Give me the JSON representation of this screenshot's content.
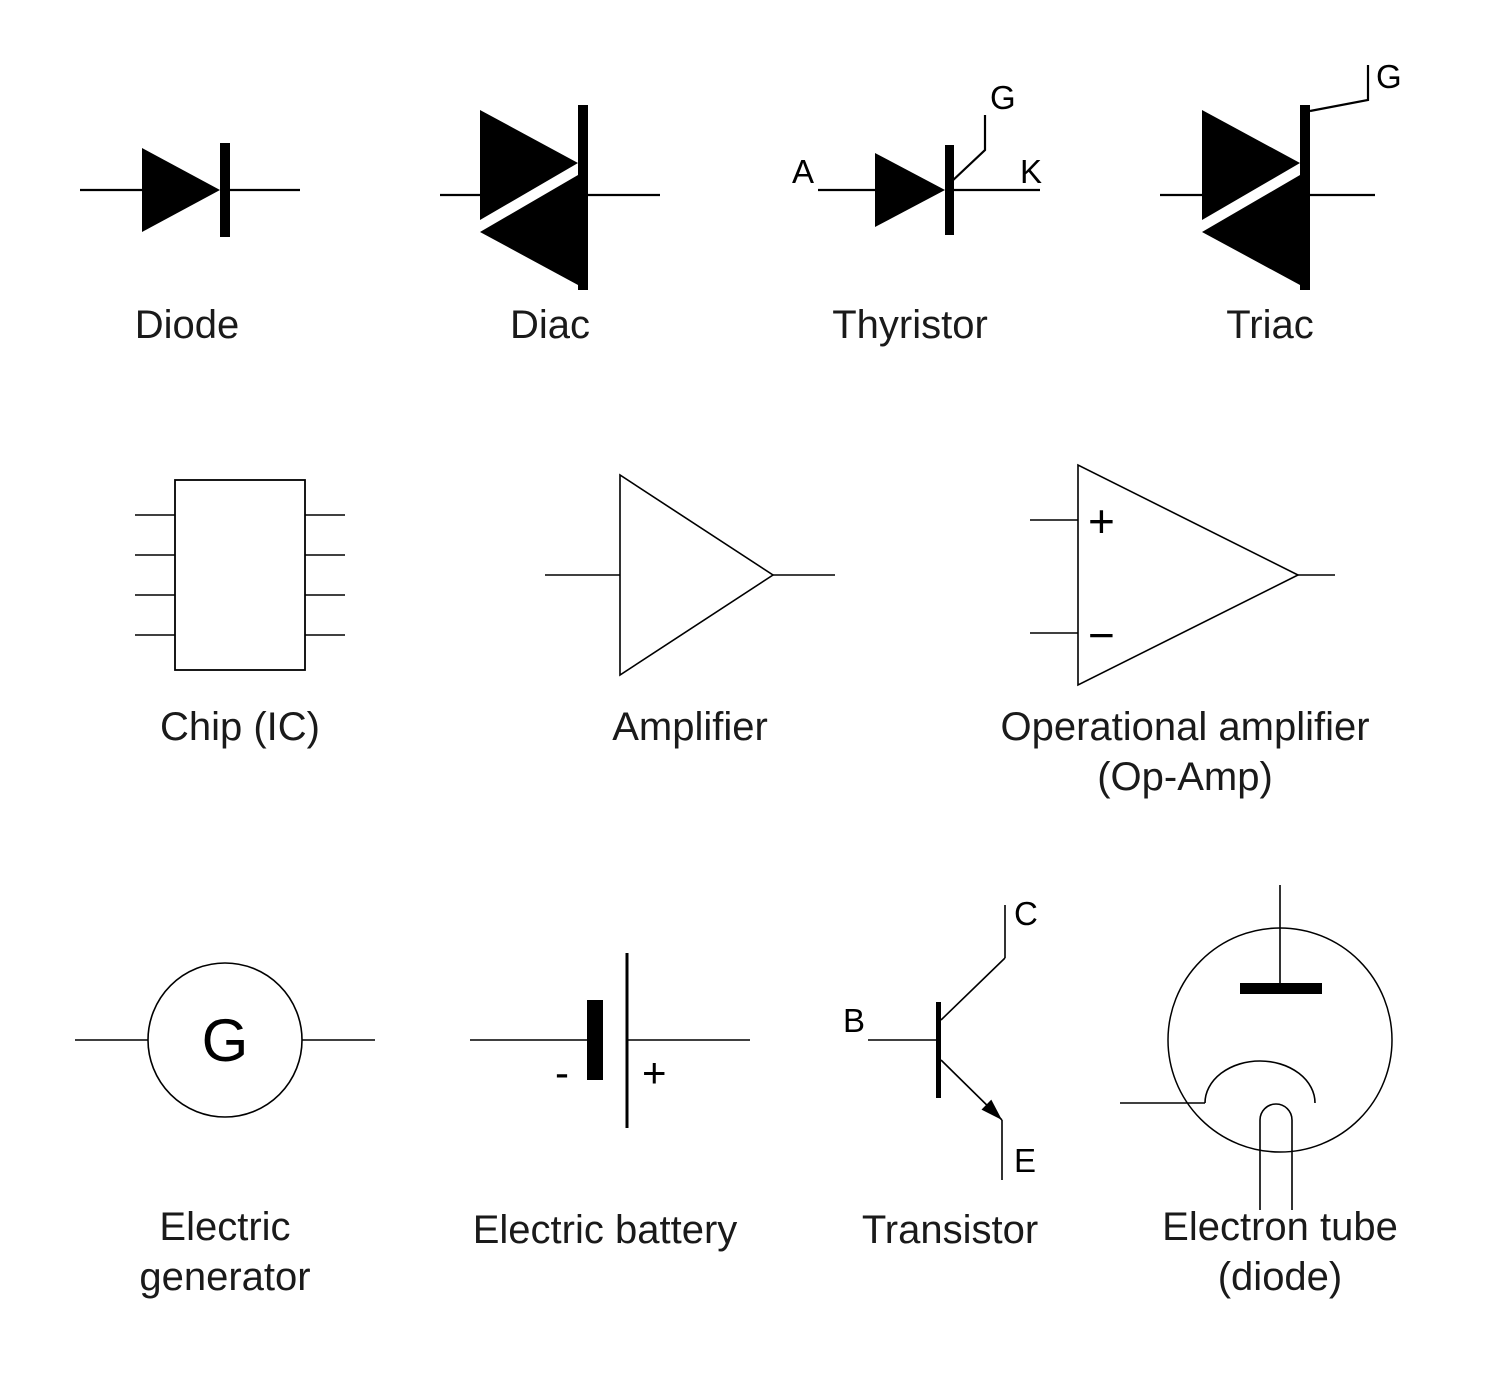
{
  "page": {
    "background": "#ffffff",
    "ink": "#000000"
  },
  "symbols": {
    "diode": {
      "label": "Diode"
    },
    "diac": {
      "label": "Diac"
    },
    "thyristor": {
      "label": "Thyristor",
      "anode": "A",
      "cathode": "K",
      "gate": "G"
    },
    "triac": {
      "label": "Triac",
      "gate": "G"
    },
    "chip": {
      "label": "Chip (IC)"
    },
    "amplifier": {
      "label": "Amplifier"
    },
    "opamp": {
      "label_line1": "Operational amplifier",
      "label_line2": "(Op-Amp)",
      "plus": "+",
      "minus": "−"
    },
    "generator": {
      "label_line1": "Electric",
      "label_line2": "generator",
      "letter": "G"
    },
    "battery": {
      "label": "Electric battery",
      "minus": "-",
      "plus": "+"
    },
    "transistor": {
      "label": "Transistor",
      "base": "B",
      "collector": "C",
      "emitter": "E"
    },
    "tube": {
      "label_line1": "Electron tube",
      "label_line2": "(diode)"
    }
  }
}
